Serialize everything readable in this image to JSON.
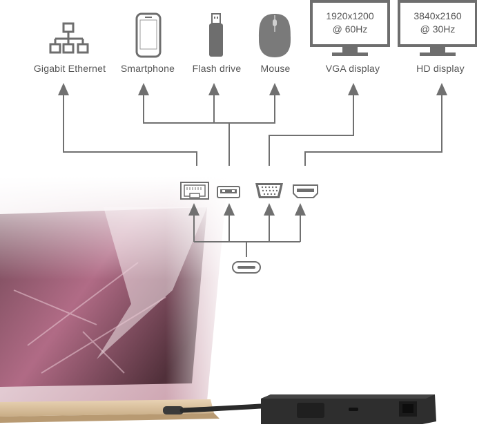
{
  "devices": [
    {
      "label": "Gigabit Ethernet",
      "icon": "network-icon"
    },
    {
      "label": "Smartphone",
      "icon": "smartphone-icon"
    },
    {
      "label": "Flash drive",
      "icon": "flash-drive-icon"
    },
    {
      "label": "Mouse",
      "icon": "mouse-icon"
    },
    {
      "label": "VGA display",
      "icon": "monitor-icon"
    },
    {
      "label": "HD display",
      "icon": "monitor-icon"
    }
  ],
  "displays": {
    "vga": {
      "resolution": "1920x1200",
      "refresh": "@ 60Hz"
    },
    "hd": {
      "resolution": "3840x2160",
      "refresh": "@ 30Hz"
    }
  },
  "ports": [
    "ethernet-port-icon",
    "usb-a-port-icon",
    "vga-port-icon",
    "hdmi-port-icon",
    "usb-c-port-icon"
  ],
  "colors": {
    "line": "#707070",
    "icon": "#6e6e6e",
    "label": "#555555",
    "dock": "#2e2e2e"
  }
}
